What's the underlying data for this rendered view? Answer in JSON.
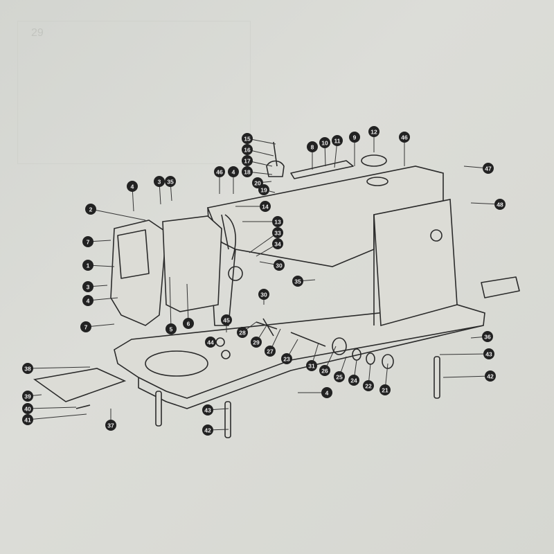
{
  "diagram": {
    "title": "Sewing machine head exploded parts diagram",
    "page_number": "29",
    "callouts": [
      "15",
      "16",
      "17",
      "18",
      "20",
      "19",
      "46",
      "4",
      "14",
      "13",
      "33",
      "34",
      "30",
      "8",
      "10",
      "11",
      "9",
      "12",
      "46",
      "47",
      "48",
      "4",
      "3",
      "35",
      "2",
      "7",
      "1",
      "3",
      "4",
      "7",
      "5",
      "6",
      "35",
      "30",
      "45",
      "28",
      "44",
      "29",
      "27",
      "23",
      "31",
      "26",
      "25",
      "24",
      "22",
      "21",
      "36",
      "43",
      "42",
      "38",
      "39",
      "40",
      "41",
      "37",
      "43",
      "42",
      "4"
    ]
  }
}
